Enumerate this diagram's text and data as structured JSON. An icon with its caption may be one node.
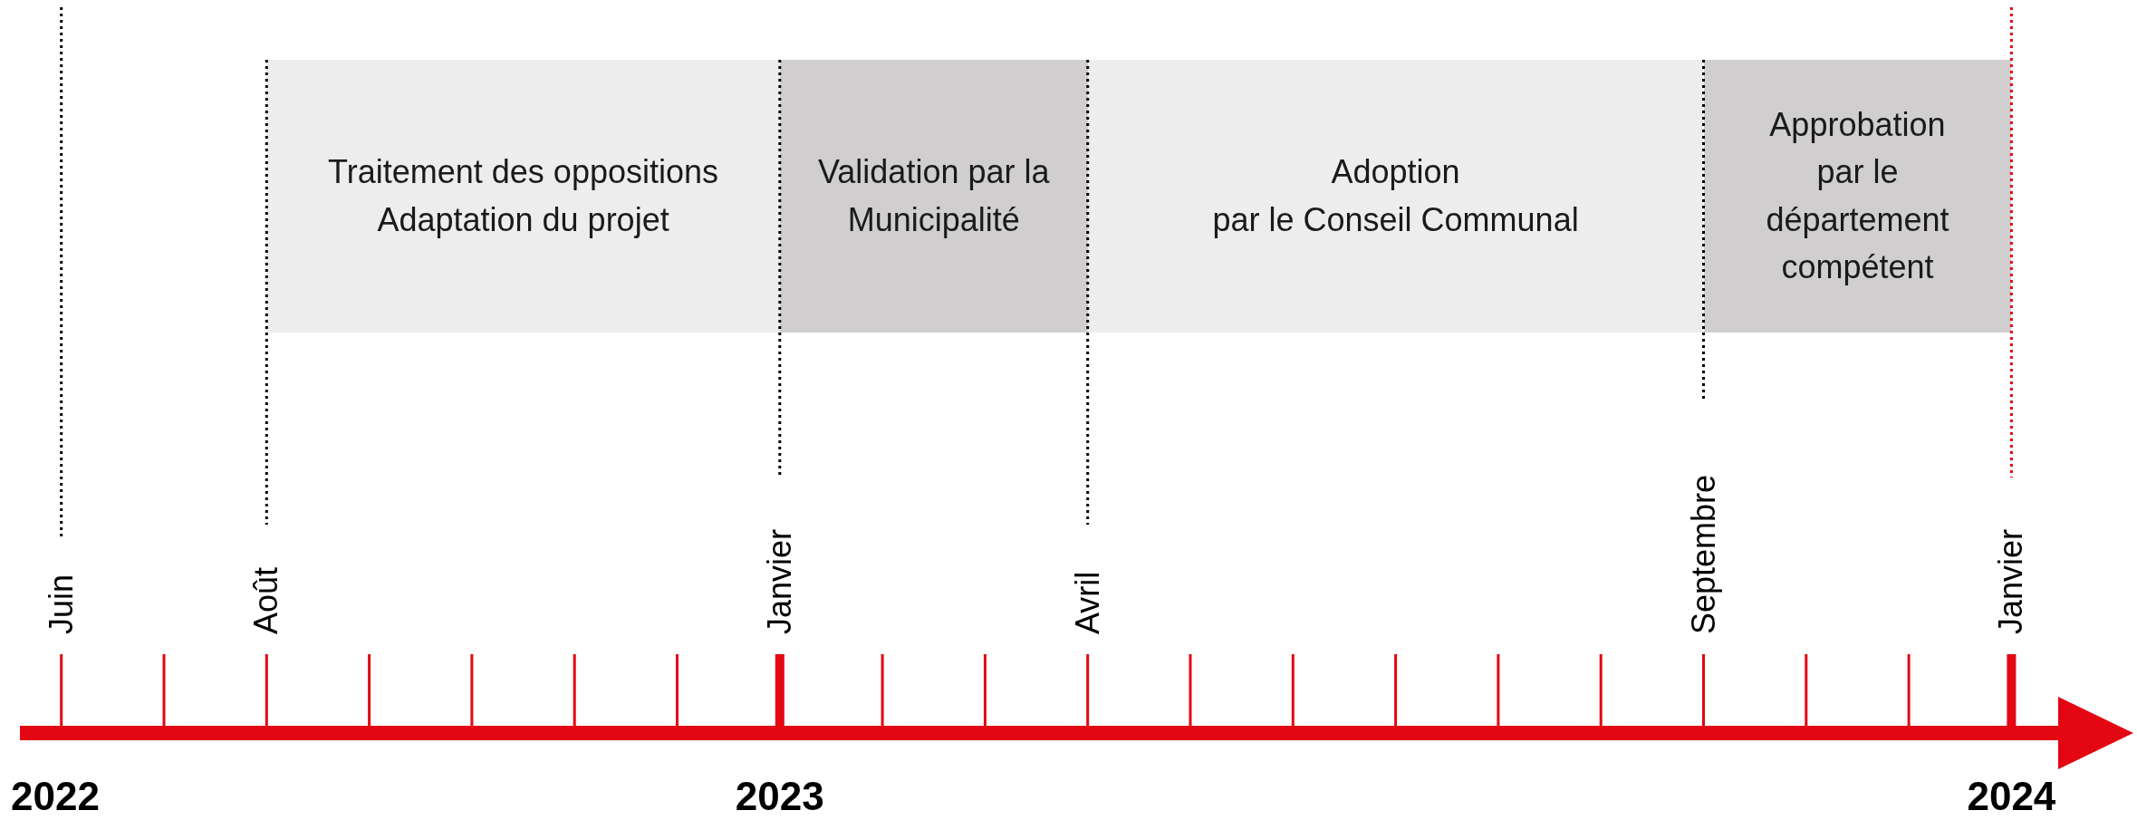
{
  "diagram": {
    "nodes": [
      {
        "text": [
          "Traitement des oppositions",
          "Adaptation du projet"
        ]
      },
      {
        "text": [
          "Validation par la Municipalité"
        ]
      },
      {
        "text": [
          "Adoption",
          "par le Conseil Communal"
        ]
      },
      {
        "text": [
          "Approbation par le département compétent"
        ]
      }
    ],
    "labels": [
      "Juin",
      "Août",
      "Janvier",
      "Avril",
      "Septembre",
      "Janvier",
      "2022",
      "2023",
      "2024"
    ]
  }
}
